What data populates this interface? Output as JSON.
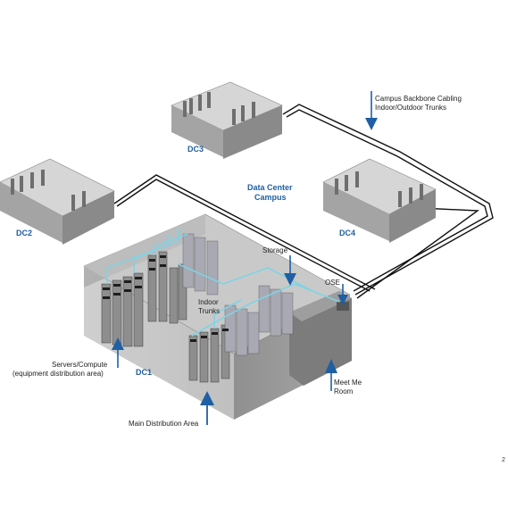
{
  "labels": {
    "campus_backbone": "Campus Backbone Cabling",
    "campus_trunks": "Indoor/Outdoor Trunks",
    "dc3": "DC3",
    "dc2": "DC2",
    "dc4": "DC4",
    "dc1": "DC1",
    "campus_title_1": "Data Center",
    "campus_title_2": "Campus",
    "storage": "Storage",
    "ose": "OSE",
    "indoor": "Indoor",
    "trunks": "Trunks",
    "servers_1": "Servers/Compute",
    "servers_2": "(equipment distribution area)",
    "meet_1": "Meet Me",
    "meet_2": "Room",
    "mda": "Main Distribution Area",
    "page_number": "2"
  },
  "colors": {
    "accent_blue": "#1f5fa3",
    "cable_cyan": "#7fd3e6",
    "wall_gray": "#9b9b9b",
    "floor_gray": "#c8c8c8"
  }
}
